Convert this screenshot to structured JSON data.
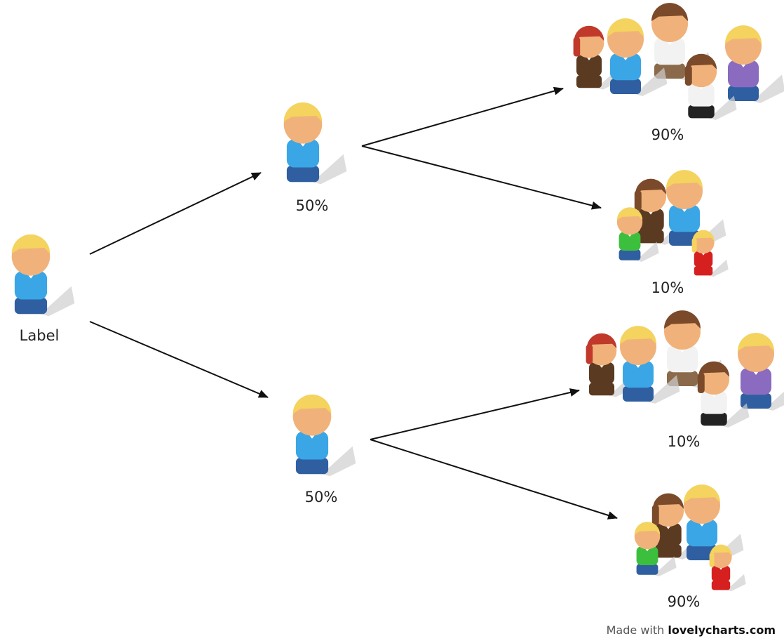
{
  "diagram": {
    "root": {
      "label": "Label"
    },
    "level1": [
      {
        "label": "50%"
      },
      {
        "label": "50%"
      }
    ],
    "level2": [
      {
        "label": "90%",
        "group": "adults-five"
      },
      {
        "label": "10%",
        "group": "family-four"
      },
      {
        "label": "10%",
        "group": "adults-five"
      },
      {
        "label": "90%",
        "group": "family-four"
      }
    ],
    "edges": [
      {
        "from": "root",
        "to": "level1.0"
      },
      {
        "from": "root",
        "to": "level1.1"
      },
      {
        "from": "level1.0",
        "to": "level2.0"
      },
      {
        "from": "level1.0",
        "to": "level2.1"
      },
      {
        "from": "level1.1",
        "to": "level2.2"
      },
      {
        "from": "level1.1",
        "to": "level2.3"
      }
    ]
  },
  "footer": {
    "made_with": "Made with",
    "brand": "lovelycharts.com"
  },
  "colors": {
    "skin": "#f0b27a",
    "blond_hair": "#f4d35e",
    "brown_hair": "#7a4a2a",
    "red_hair": "#c0392b",
    "blue_shirt": "#3aa6e6",
    "jeans": "#2f5fa0",
    "purple_shirt": "#8a6bbf",
    "white_shirt": "#f2f2f2",
    "green_shirt": "#3cbf3c",
    "red_dress": "#d62020",
    "dark_dress": "#5b3a22",
    "arrow": "#111111"
  }
}
